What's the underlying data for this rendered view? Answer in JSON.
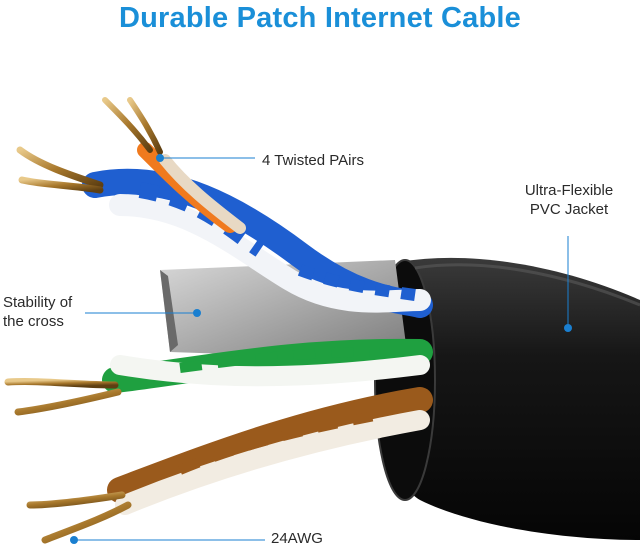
{
  "header": {
    "title": "Durable Patch Internet Cable"
  },
  "labels": {
    "twisted_pairs": "4 Twisted PAirs",
    "jacket_line1": "Ultra-Flexible",
    "jacket_line2": "PVC Jacket",
    "cross_line1": "Stability of",
    "cross_line2": "the cross",
    "awg": "24AWG"
  },
  "colors": {
    "title": "#1a8fd8",
    "callout": "#1a7fd0",
    "jacket": "#141414",
    "blue_pair": "#1f5fd0",
    "green_pair": "#1fa040",
    "brown_pair": "#9a5a1c",
    "orange_pair": "#f07a1e",
    "copper": "#b88a3a",
    "separator": "#9a9a9a"
  },
  "icons": [
    "callout-dot-icon",
    "ethernet-cable-icon"
  ]
}
